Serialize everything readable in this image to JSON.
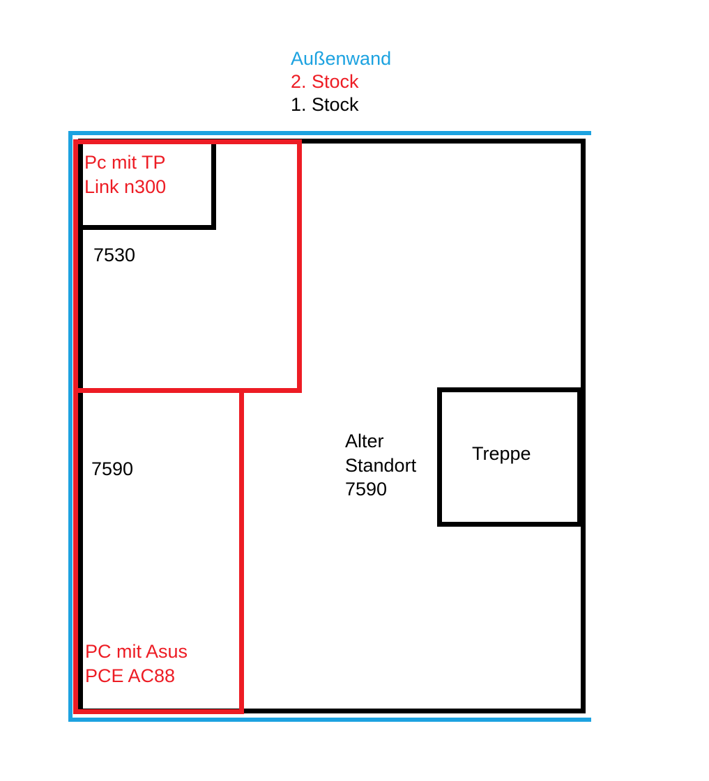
{
  "legend": {
    "items": [
      {
        "label": "Außenwand",
        "color": "#1ca2e0",
        "name": "legend-aussenwand"
      },
      {
        "label": "2. Stock",
        "color": "#ed1c24",
        "name": "legend-2-stock"
      },
      {
        "label": "1. Stock",
        "color": "#000000",
        "name": "legend-1-stock"
      }
    ]
  },
  "colors": {
    "outer_wall_blue": "#1ca2e0",
    "second_floor_red": "#ed1c24",
    "first_floor_black": "#000000",
    "background": "#ffffff"
  },
  "plan": {
    "rooms": [
      {
        "name": "room-7530",
        "label": "7530",
        "color": "#000000"
      },
      {
        "name": "room-7590",
        "label": "7590",
        "color": "#000000"
      },
      {
        "name": "old-location",
        "label": "Alter\nStandort\n7590",
        "color": "#000000"
      },
      {
        "name": "stairwell",
        "label": "Treppe",
        "color": "#000000"
      }
    ],
    "devices": [
      {
        "name": "pc-tp-link",
        "label": "Pc mit TP\nLink n300",
        "color": "#ed1c24"
      },
      {
        "name": "pc-asus",
        "label": "PC mit Asus\n PCE AC88",
        "color": "#ed1c24"
      }
    ]
  }
}
